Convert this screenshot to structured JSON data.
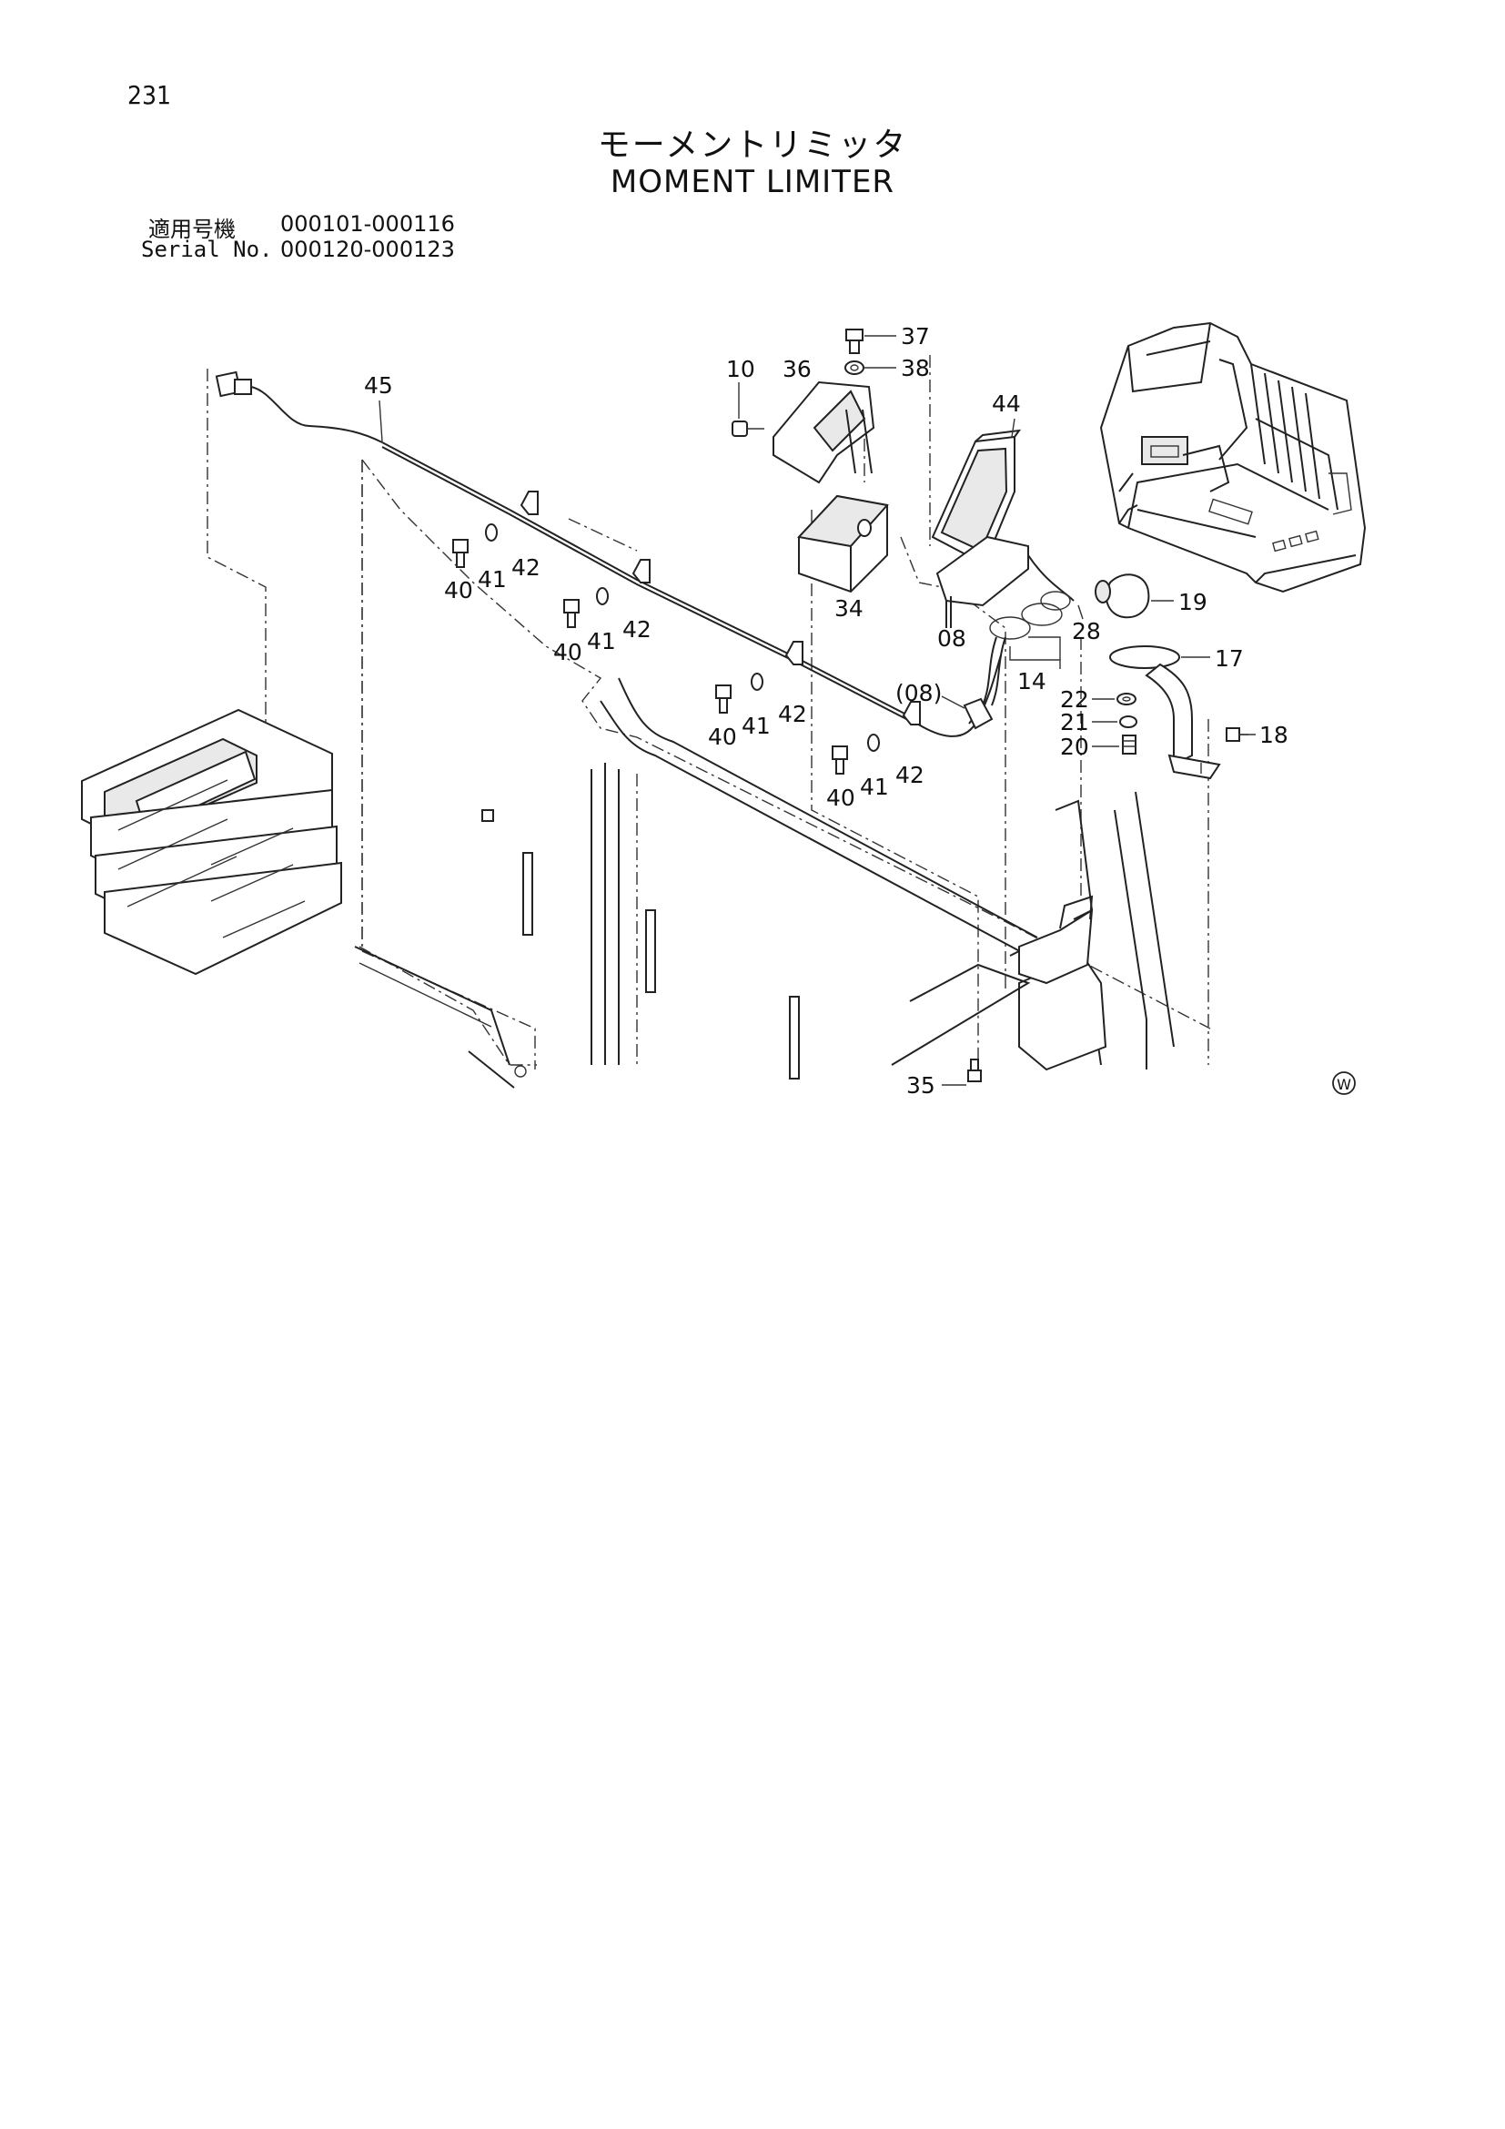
{
  "page_number": "231",
  "title_ja": "モーメントリミッタ",
  "title_en": "MOMENT LIMITER",
  "serial": {
    "ja_label": "適用号機",
    "ja_range": "000101-000116",
    "en_label": "Serial No.",
    "en_range": "000120-000123"
  },
  "callouts": {
    "c45": "45",
    "c10": "10",
    "c36": "36",
    "c37": "37",
    "c38": "38",
    "c44": "44",
    "c40a": "40",
    "c41a": "41",
    "c42a": "42",
    "c40b": "40",
    "c41b": "41",
    "c42b": "42",
    "c40c": "40",
    "c41c": "41",
    "c42c": "42",
    "c40d": "40",
    "c41d": "41",
    "c42d": "42",
    "c34": "34",
    "c08": "08",
    "c28": "28",
    "c19": "19",
    "c14": "14",
    "c17": "17",
    "c08p": "(08)",
    "c22": "22",
    "c21": "21",
    "c20": "20",
    "c18": "18",
    "c35": "35"
  },
  "mark": "W"
}
